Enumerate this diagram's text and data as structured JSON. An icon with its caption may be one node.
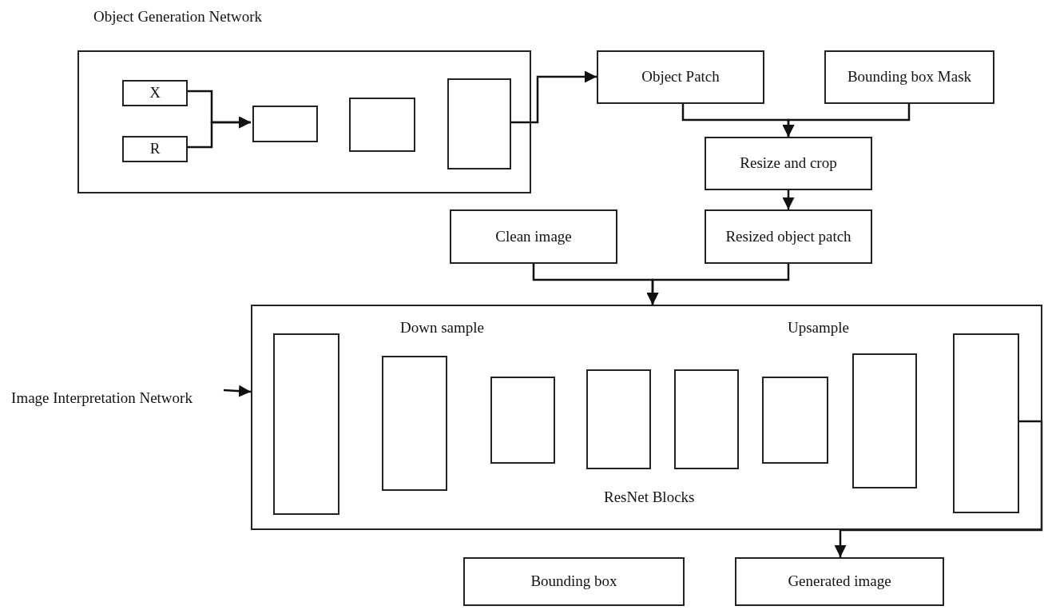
{
  "diagram": {
    "nodes": [
      {
        "text": [
          "Object Generation Network"
        ]
      },
      {
        "text": [
          "X"
        ],
        "in": 0
      },
      {
        "text": [
          "R"
        ],
        "in": 0
      },
      {
        "text": [],
        "shape": "box",
        "in": 0
      },
      {
        "text": [],
        "shape": "box",
        "in": 0
      },
      {
        "text": [],
        "shape": "box",
        "in": 0
      },
      {
        "text": [
          "Object Patch"
        ]
      },
      {
        "text": [
          "Bounding box Mask"
        ]
      },
      {
        "text": [
          "Resize and crop"
        ]
      },
      {
        "text": [
          "Resized object patch"
        ]
      },
      {
        "text": [
          "Clean image"
        ]
      },
      {
        "text": [
          "Down sample",
          "Upsample",
          "ResNet Blocks"
        ]
      },
      {
        "text": [],
        "shape": "box",
        "in": 11
      },
      {
        "text": [],
        "shape": "box",
        "in": 11
      },
      {
        "text": [],
        "shape": "box",
        "in": 11
      },
      {
        "text": [],
        "shape": "box",
        "in": 11
      },
      {
        "text": [],
        "shape": "box",
        "in": 11
      },
      {
        "text": [],
        "shape": "box",
        "in": 11
      },
      {
        "text": [],
        "shape": "box",
        "in": 11
      },
      {
        "text": [],
        "shape": "box",
        "in": 11
      },
      {
        "text": [
          "Image Interpretation Network"
        ]
      },
      {
        "text": [
          "Bounding box"
        ]
      },
      {
        "text": [
          "Generated image"
        ]
      }
    ],
    "edges": [
      {
        "from": 1,
        "to": 3,
        "arrow": "to"
      },
      {
        "from": 2,
        "to": 3,
        "arrow": "to"
      },
      {
        "from": 5,
        "to": 6,
        "arrow": "to"
      },
      {
        "from": 6,
        "to": 8,
        "arrow": "to"
      },
      {
        "from": 7,
        "to": 8,
        "arrow": "to"
      },
      {
        "from": 8,
        "to": 9,
        "arrow": "to"
      },
      {
        "from": 10,
        "to": 11,
        "arrow": "to"
      },
      {
        "from": 9,
        "to": 11,
        "arrow": "to"
      },
      {
        "from": 20,
        "to": 11,
        "arrow": "to"
      },
      {
        "from": 19,
        "to": 22,
        "arrow": "to"
      }
    ]
  }
}
